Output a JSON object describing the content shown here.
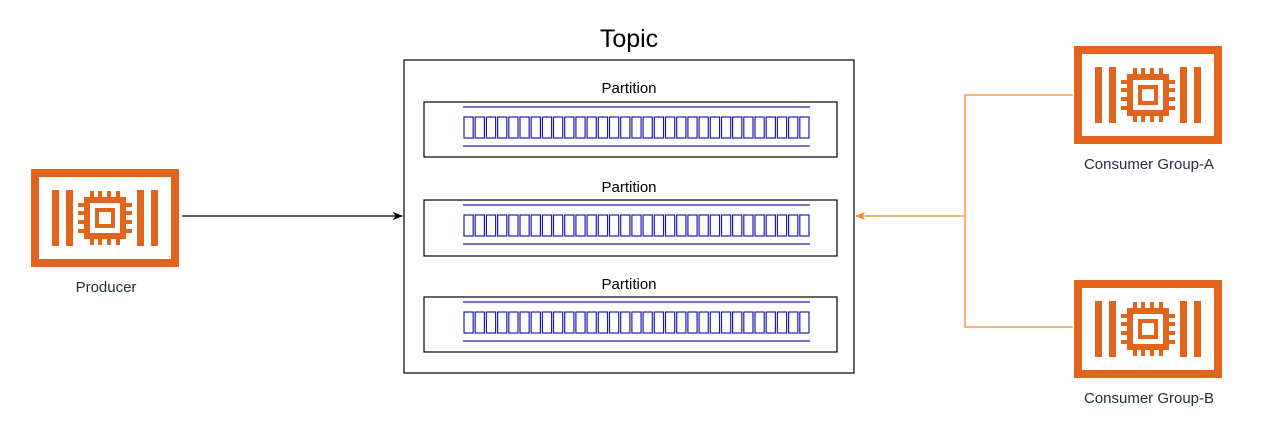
{
  "topic": {
    "title": "Topic"
  },
  "partitions": [
    {
      "label": "Partition"
    },
    {
      "label": "Partition"
    },
    {
      "label": "Partition"
    }
  ],
  "nodes": {
    "producer": {
      "label": "Producer",
      "icon": "ec2-instance-icon"
    },
    "consumer_a": {
      "label": "Consumer Group-A",
      "icon": "ec2-instance-icon"
    },
    "consumer_b": {
      "label": "Consumer Group-B",
      "icon": "ec2-instance-icon"
    }
  },
  "colors": {
    "icon_orange": "#e0641b",
    "consumer_edge": "#f08a24",
    "producer_edge": "#000000",
    "queue_blue": "#1d1db3",
    "label": "#232f3e"
  }
}
